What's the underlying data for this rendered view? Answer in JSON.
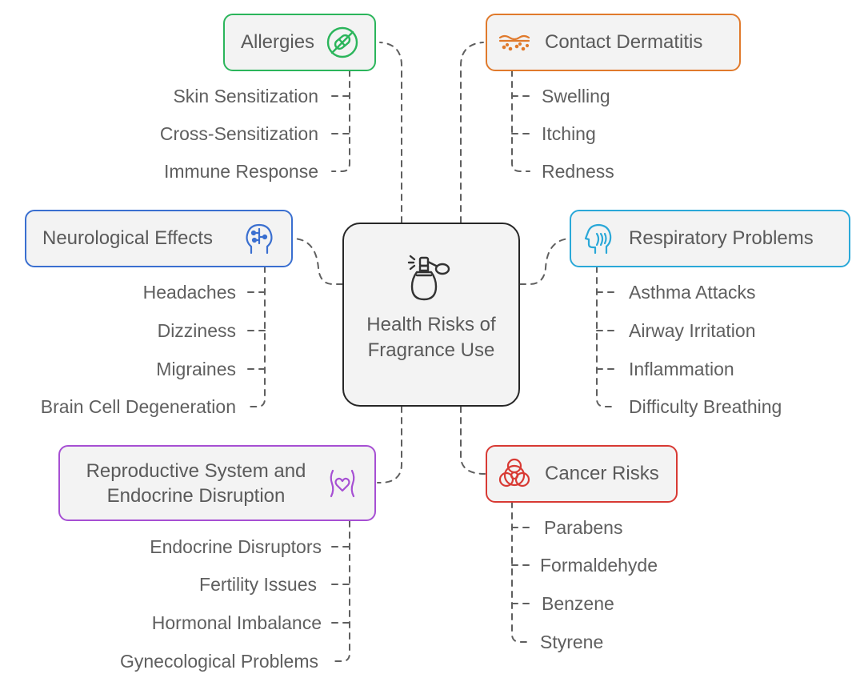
{
  "center": {
    "title": "Health Risks of Fragrance Use",
    "icon": "perfume-bottle-icon"
  },
  "branches": {
    "allergies": {
      "label": "Allergies",
      "color": "#2bb55b",
      "icon": "no-pill-icon",
      "items": [
        "Skin Sensitization",
        "Cross-Sensitization",
        "Immune Response"
      ]
    },
    "contact_dermatitis": {
      "label": "Contact Dermatitis",
      "color": "#e07a2c",
      "icon": "skin-rash-icon",
      "items": [
        "Swelling",
        "Itching",
        "Redness"
      ]
    },
    "neurological": {
      "label": "Neurological Effects",
      "color": "#3a6fd0",
      "icon": "brain-head-icon",
      "items": [
        "Headaches",
        "Dizziness",
        "Migraines",
        "Brain Cell Degeneration"
      ]
    },
    "respiratory": {
      "label": "Respiratory Problems",
      "color": "#2aa8d8",
      "icon": "respiratory-head-icon",
      "items": [
        "Asthma Attacks",
        "Airway Irritation",
        "Inflammation",
        "Difficulty Breathing"
      ]
    },
    "reproductive": {
      "label_line1": "Reproductive System and",
      "label_line2": "Endocrine Disruption",
      "color": "#a64fd3",
      "icon": "womb-heart-icon",
      "items": [
        "Endocrine Disruptors",
        "Fertility Issues",
        "Hormonal Imbalance",
        "Gynecological Problems"
      ]
    },
    "cancer": {
      "label": "Cancer Risks",
      "color": "#d83a34",
      "icon": "biohazard-icon",
      "items": [
        "Parabens",
        "Formaldehyde",
        "Benzene",
        "Styrene"
      ]
    }
  }
}
